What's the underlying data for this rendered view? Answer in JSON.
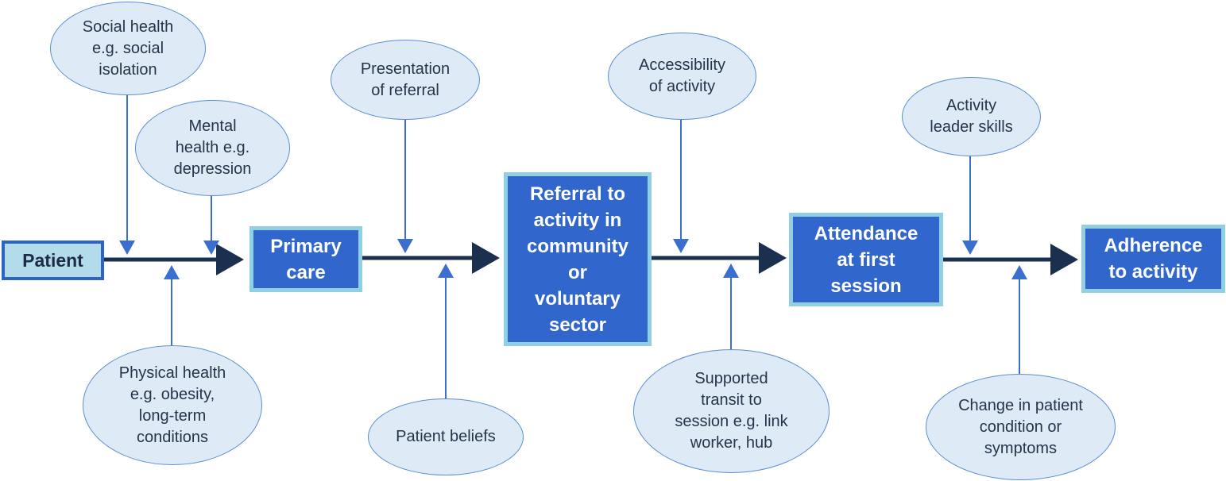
{
  "colors": {
    "stage_fill": "#3166cc",
    "stage_border": "#93cfe3",
    "factor_fill": "#deebf6",
    "factor_border": "#5b8fd0",
    "main_arrow": "#1b2f4f",
    "connector": "#3b6fcf"
  },
  "stages": {
    "patient": "Patient",
    "primary_care": "Primary\ncare",
    "referral": "Referral to\nactivity in\ncommunity\nor\nvoluntary\nsector",
    "attendance": "Attendance\nat first\nsession",
    "adherence": "Adherence\nto activity"
  },
  "factors": {
    "social_health": "Social health\ne.g. social\nisolation",
    "mental_health": "Mental\nhealth e.g.\ndepression",
    "physical_health": "Physical health\ne.g. obesity,\nlong-term\nconditions",
    "presentation_of_referral": "Presentation\nof referral",
    "patient_beliefs": "Patient beliefs",
    "accessibility_of_activity": "Accessibility\nof activity",
    "supported_transit": "Supported\ntransit to\nsession e.g. link\nworker,  hub",
    "activity_leader_skills": "Activity\nleader skills",
    "change_in_patient_condition": "Change in patient\ncondition  or\nsymptoms"
  }
}
